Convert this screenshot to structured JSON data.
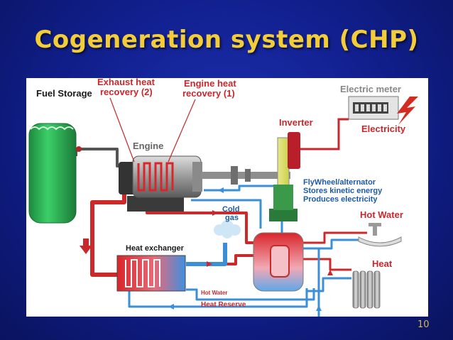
{
  "slide": {
    "title": "Cogeneration system (CHP)",
    "page_number": "10"
  },
  "diagram": {
    "fuel_storage": "Fuel Storage",
    "exhaust_heat": [
      "Exhaust heat",
      "recovery  (2)"
    ],
    "engine_heat": [
      "Engine heat",
      "recovery  (1)"
    ],
    "electric_meter": "Electric meter",
    "inverter": "Inverter",
    "electricity": "Electricity",
    "engine": "Engine",
    "flywheel": [
      "FlyWheel/alternator",
      "Stores kinetic energy",
      "Produces electricity"
    ],
    "hot_water": "Hot Water",
    "cold_gas": [
      "Cold",
      "gas"
    ],
    "heat_exchanger": "Heat exchanger",
    "heat": "Heat",
    "hot_water_small": "Hot Water",
    "heat_reserve": "Heat Reserve"
  },
  "colors": {
    "title": "#f3cc3a",
    "hot_pipe": "#cc2a2a",
    "cold_pipe": "#3b8fd6",
    "fuel_tank": "#2fb35a",
    "label_red": "#c8282c",
    "label_blue": "#1d5aa8"
  }
}
